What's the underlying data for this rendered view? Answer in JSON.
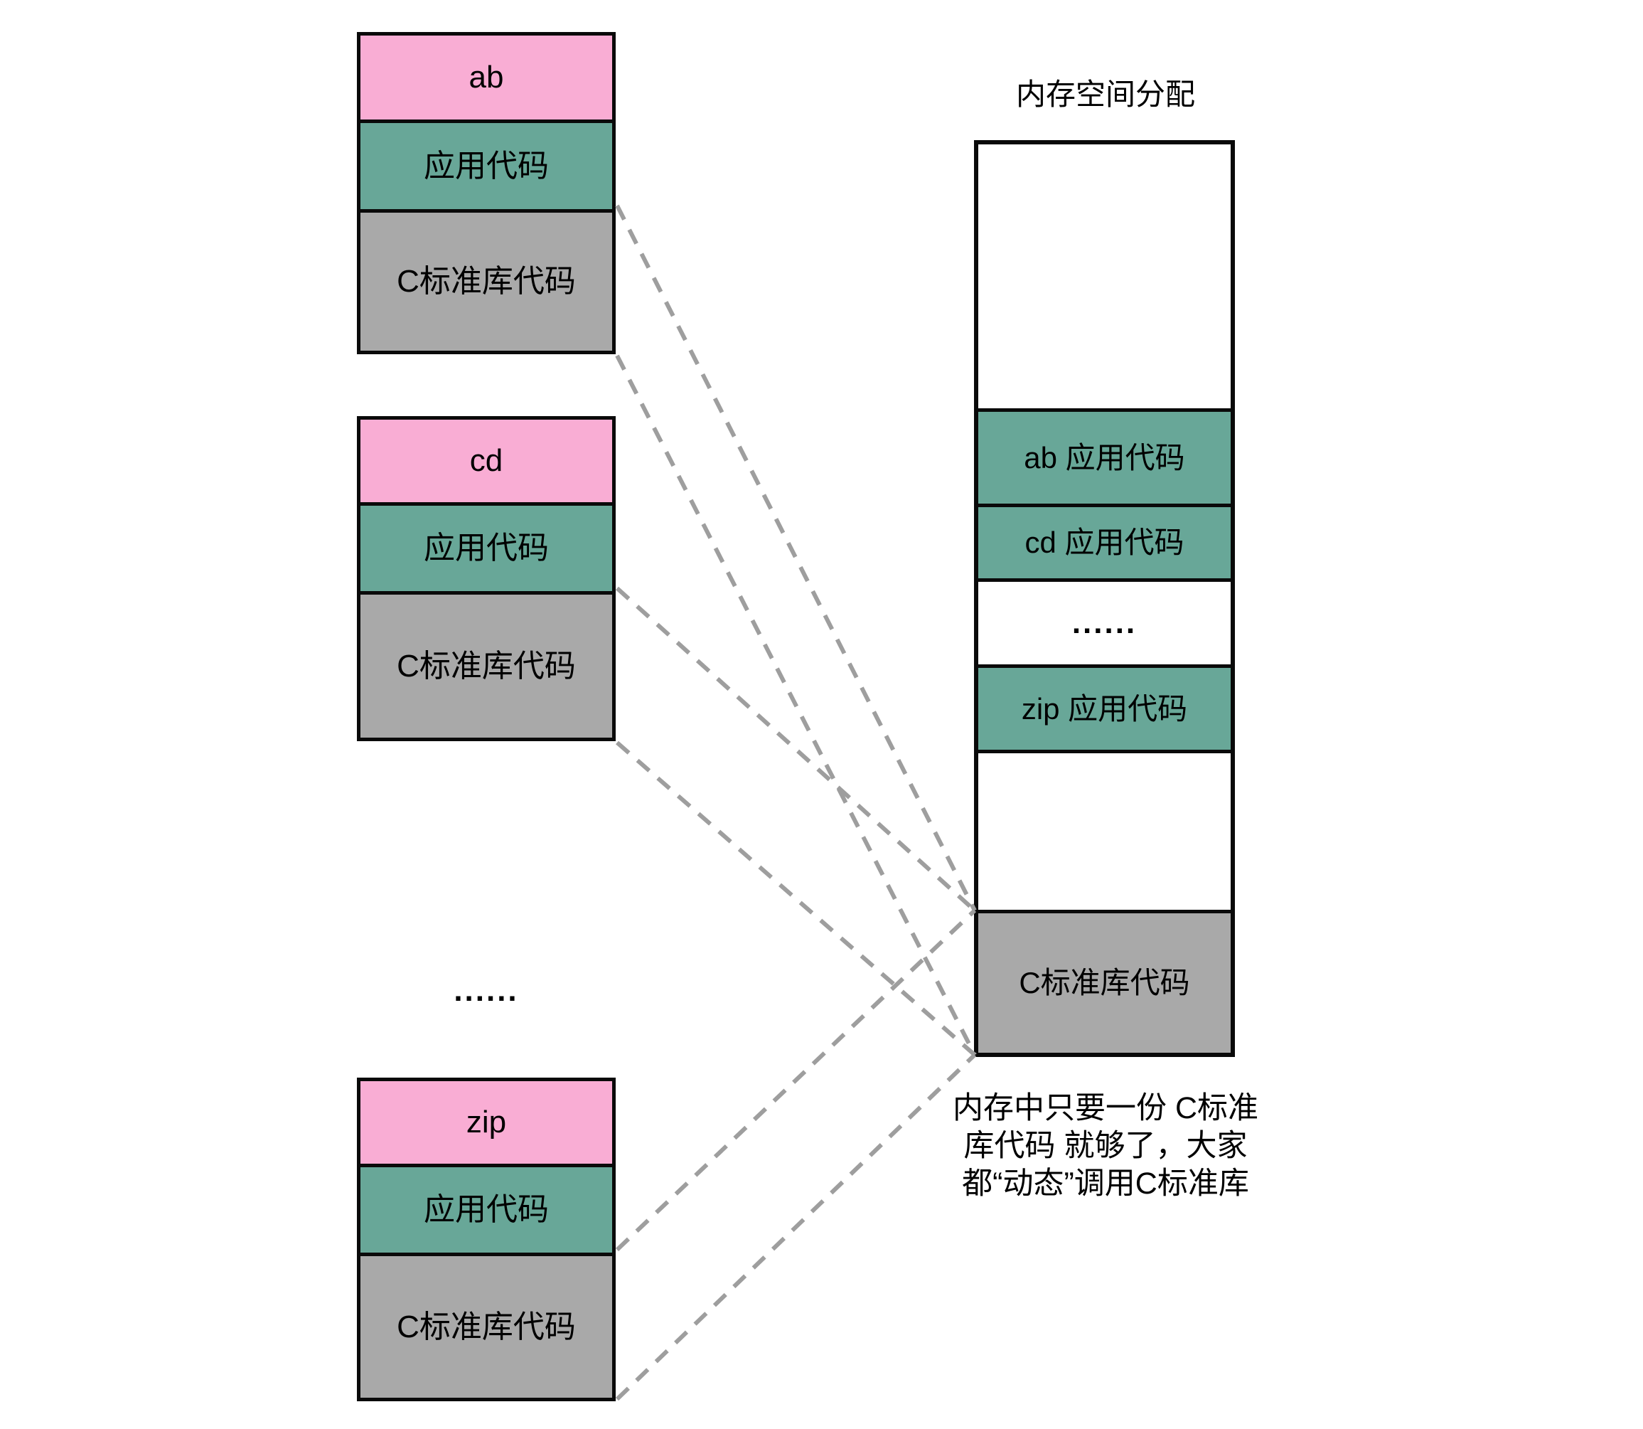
{
  "memory": {
    "title": "内存空间分配",
    "regions": [
      {
        "label": ""
      },
      {
        "label": "ab 应用代码"
      },
      {
        "label": "cd 应用代码"
      },
      {
        "label": "......"
      },
      {
        "label": "zip 应用代码"
      },
      {
        "label": ""
      },
      {
        "label": "C标准库代码"
      }
    ]
  },
  "programs": [
    {
      "name": "ab",
      "app_label": "应用代码",
      "lib_label": "C标准库代码"
    },
    {
      "name": "cd",
      "app_label": "应用代码",
      "lib_label": "C标准库代码"
    },
    {
      "name": "zip",
      "app_label": "应用代码",
      "lib_label": "C标准库代码"
    }
  ],
  "left_ellipsis": "......",
  "annotation": {
    "line1": "内存中只要一份 C标准",
    "line2": "库代码 就够了，大家",
    "line3": "都“动态”调用C标准库"
  },
  "colors": {
    "pink": "#F9ADD4",
    "teal": "#68A798",
    "gray": "#A9A9A9",
    "dash": "#9E9E9E"
  }
}
